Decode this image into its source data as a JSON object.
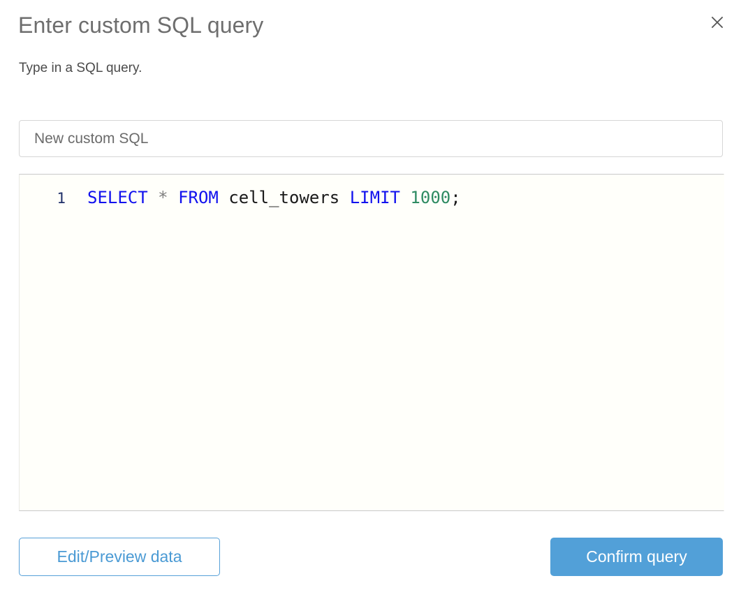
{
  "dialog": {
    "title": "Enter custom SQL query",
    "subtitle": "Type in a SQL query.",
    "close_icon": "close-icon"
  },
  "name_field": {
    "value": "New custom SQL",
    "placeholder": "New custom SQL"
  },
  "editor": {
    "line_number": "1",
    "tokens": {
      "select": "SELECT",
      "star": "*",
      "from": "FROM",
      "table": "cell_towers",
      "limit": "LIMIT",
      "count": "1000",
      "semicolon": ";",
      "space1": " ",
      "space2": " ",
      "space3": " ",
      "space4": " ",
      "space5": " "
    },
    "full_query": "SELECT * FROM cell_towers LIMIT 1000;"
  },
  "footer": {
    "secondary_label": "Edit/Preview data",
    "primary_label": "Confirm query"
  },
  "colors": {
    "accent": "#52a0d8",
    "accent_border": "#56a0d8",
    "keyword": "#1111ee",
    "number": "#2e8b62",
    "gutter": "#1f3068",
    "title": "#6e6e6e",
    "editor_bg": "#fffffa"
  }
}
